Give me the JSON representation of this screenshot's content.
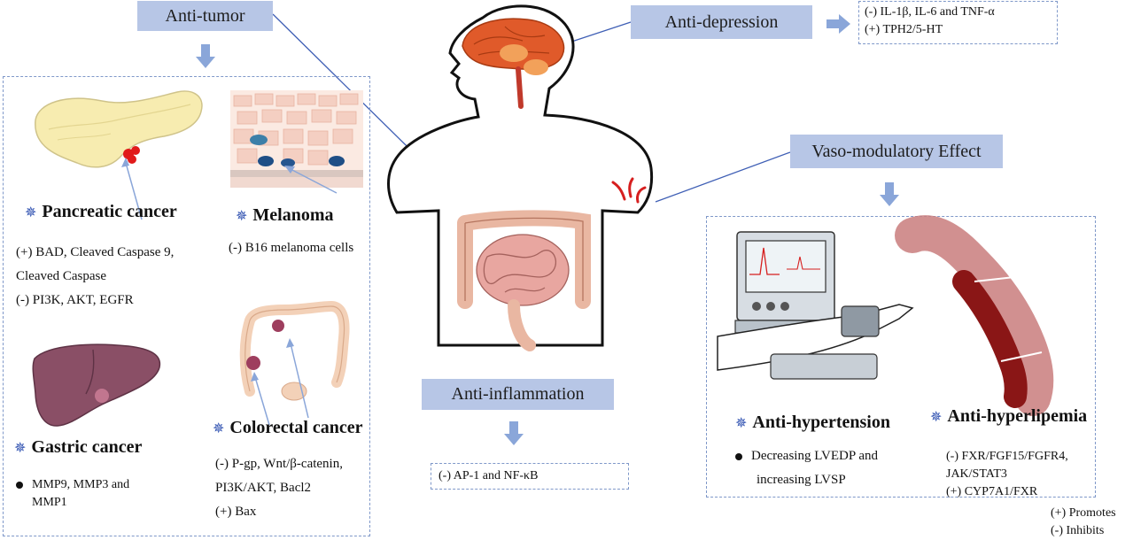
{
  "anti_tumor": {
    "label": "Anti-tumor",
    "pancreatic": {
      "title": "Pancreatic cancer",
      "lines": [
        "(+) BAD, Cleaved Caspase 9,",
        "Cleaved Caspase",
        "(-) PI3K, AKT, EGFR"
      ]
    },
    "melanoma": {
      "title": "Melanoma",
      "lines": [
        "(-)  B16 melanoma cells"
      ]
    },
    "gastric": {
      "title": "Gastric cancer",
      "lines": [
        "MMP9, MMP3 and",
        "MMP1"
      ]
    },
    "colorectal": {
      "title": "Colorectal cancer",
      "lines": [
        "(-) P-gp, Wnt/β-catenin,",
        "PI3K/AKT, Bacl2",
        "(+) Bax"
      ]
    }
  },
  "anti_depression": {
    "label": "Anti-depression",
    "lines": [
      "(-) IL-1β, IL-6 and TNF-α",
      "(+) TPH2/5-HT"
    ]
  },
  "vaso": {
    "label": "Vaso-modulatory Effect",
    "hypertension": {
      "title": "Anti-hypertension",
      "lines": [
        "Decreasing LVEDP and",
        "increasing LVSP"
      ]
    },
    "hyperlipemia": {
      "title": "Anti-hyperlipemia",
      "lines": [
        "(-) FXR/FGF15/FGFR4,",
        "JAK/STAT3",
        "(+) CYP7A1/FXR"
      ]
    }
  },
  "anti_inflammation": {
    "label": "Anti-inflammation",
    "lines": [
      "(-) AP-1 and NF-κB"
    ]
  },
  "legend": [
    "(+) Promotes",
    "(-) Inhibits"
  ],
  "icons": [
    "sun-star-icon",
    "bullet-icon",
    "down-arrow-icon",
    "right-arrow-icon"
  ],
  "colors": {
    "label_fill": "#b7c6e6",
    "dashed_border": "#7f98c9",
    "connector": "#3f5fb5",
    "arrow": "#8aa6d9"
  }
}
